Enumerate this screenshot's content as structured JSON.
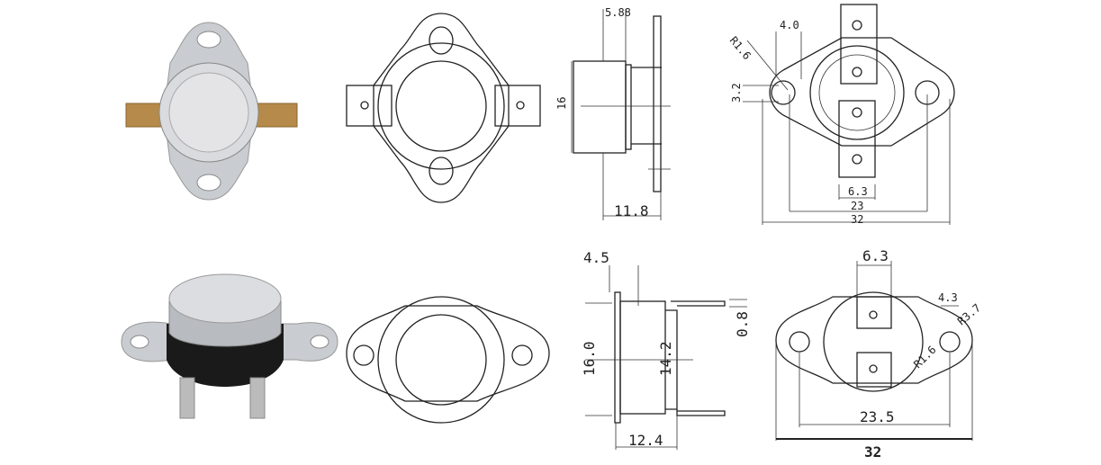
{
  "top_row": {
    "side_view": {
      "flange_thickness": "5.88",
      "body_diameter": "16",
      "overall_length": "11.8"
    },
    "top_view": {
      "hole_offset": "4.0",
      "hole_radius": "R1.6",
      "hole_height": "3.2",
      "terminal_width": "6.3",
      "hole_spacing": "23",
      "flange_length": "32"
    }
  },
  "bottom_row": {
    "side_view": {
      "flange_offset": "4.5",
      "body_diameter": "16.0",
      "cap_diameter": "14.2",
      "terminal_thickness": "0.8",
      "overall_length": "12.4"
    },
    "top_view": {
      "terminal_width": "6.3",
      "hole_offset": "4.3",
      "flange_radius": "R3.7",
      "hole_radius": "R1.6",
      "hole_spacing": "23.5",
      "flange_length": "32"
    }
  },
  "colors": {
    "line": "#222222",
    "metal": "#c9ccd0",
    "terminal": "#b58a4a",
    "dark_body": "#1a1a1a"
  }
}
